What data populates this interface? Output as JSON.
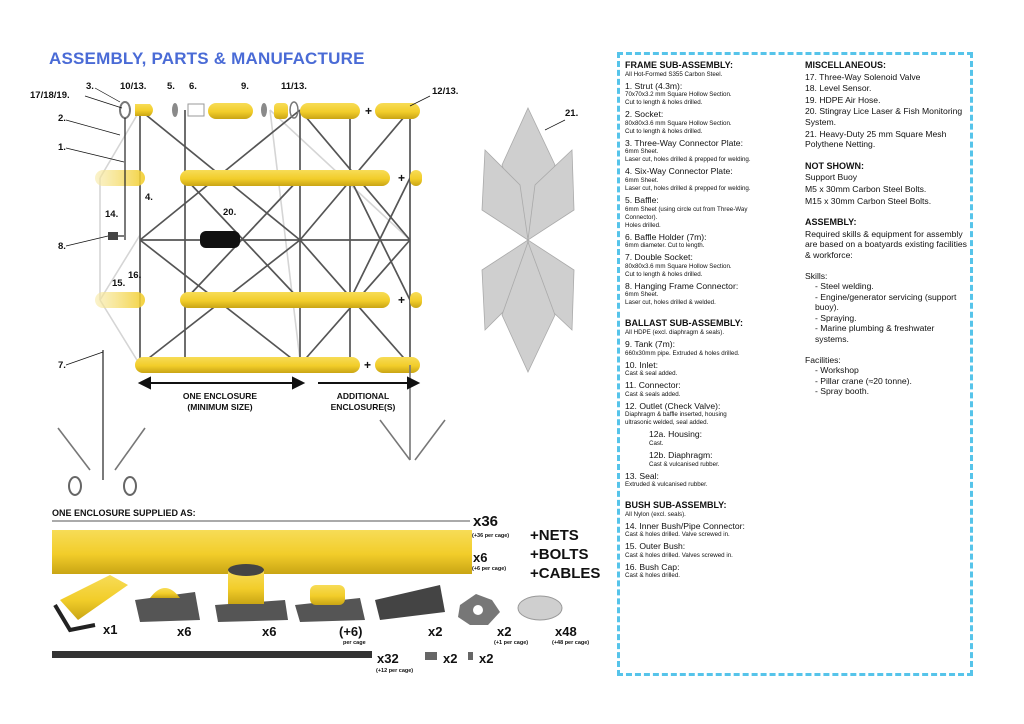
{
  "title": "ASSEMBLY, PARTS & MANUFACTURE",
  "callouts": {
    "c17": "17/18/19.",
    "c3": "3.",
    "c10": "10/13.",
    "c5": "5.",
    "c6": "6.",
    "c9": "9.",
    "c11": "11/13.",
    "c12": "12/13.",
    "c21": "21.",
    "c2": "2.",
    "c1": "1.",
    "c4": "4.",
    "c14": "14.",
    "c20": "20.",
    "c8": "8.",
    "c15": "15.",
    "c16": "16.",
    "c7": "7."
  },
  "captions": {
    "one_enclosure": "ONE ENCLOSURE\n(MINIMUM SIZE)",
    "additional": "ADDITIONAL\nENCLOSURE(S)",
    "plus": "+"
  },
  "supplied": {
    "title": "ONE ENCLOSURE SUPPLIED AS:",
    "x36": "x36",
    "x36_sub": "(+36 per cage)",
    "x6_top": "x6",
    "x6_top_sub": "(+6 per cage)",
    "x1": "x1",
    "x6a": "x6",
    "x6b": "x6",
    "x6c": "(+6)",
    "x6c_sub": "per cage",
    "x2a": "x2",
    "x2b": "x2",
    "x2b_sub": "(+1 per cage)",
    "x48": "x48",
    "x48_sub": "(+48 per cage)",
    "x32": "x32",
    "x32_sub": "(+12 per cage)",
    "x2c": "x2",
    "x2d": "x2",
    "nets": "+NETS",
    "bolts": "+BOLTS",
    "cables": "+CABLES"
  },
  "colors": {
    "yellow": "#f2cd2a",
    "accent_title": "#4a6bd6",
    "panel_border": "#56c4ea",
    "net": "#cfcfcf"
  },
  "panel": {
    "frame": {
      "heading": "FRAME SUB-ASSEMBLY:",
      "note": "All Hot-Formed S355 Carbon Steel.",
      "items": [
        {
          "t": "1. Strut (4.3m):",
          "d": "70x70x3.2 mm Square Hollow Section.\nCut to length & holes drilled."
        },
        {
          "t": "2. Socket:",
          "d": "80x80x3.6 mm Square Hollow Section.\nCut to length & holes drilled."
        },
        {
          "t": "3. Three-Way Connector Plate:",
          "d": "6mm Sheet.\nLaser cut, holes drilled & prepped for welding."
        },
        {
          "t": "4. Six-Way Connector Plate:",
          "d": "6mm Sheet.\nLaser cut, holes drilled & prepped for welding."
        },
        {
          "t": "5. Baffle:",
          "d": "6mm Sheet (using circle cut from Three-Way\nConnector).\nHoles drilled."
        },
        {
          "t": "6. Baffle Holder (7m):",
          "d": "6mm diameter. Cut to length."
        },
        {
          "t": "7. Double Socket:",
          "d": "80x80x3.6 mm Square Hollow Section.\nCut to length & holes drilled."
        },
        {
          "t": "8. Hanging Frame Connector:",
          "d": "6mm Sheet.\nLaser cut, holes drilled & welded."
        }
      ]
    },
    "ballast": {
      "heading": "BALLAST SUB-ASSEMBLY:",
      "note": "All HDPE (excl. diaphragm & seals).",
      "items": [
        {
          "t": "9. Tank (7m):",
          "d": "660x30mm pipe. Extruded & holes drilled."
        },
        {
          "t": "10. Inlet:",
          "d": "Cast & seal added."
        },
        {
          "t": "11. Connector:",
          "d": "Cast & seals added."
        },
        {
          "t": "12. Outlet (Check Valve):",
          "d": "Diaphragm & baffle inserted, housing\nultrasonic welded, seal added."
        },
        {
          "t": "12a. Housing:",
          "d": "Cast.",
          "indent": true
        },
        {
          "t": "12b. Diaphragm:",
          "d": "Cast & vulcanised rubber.",
          "indent": true
        },
        {
          "t": "13. Seal:",
          "d": "Extruded & vulcanised rubber."
        }
      ]
    },
    "bush": {
      "heading": "BUSH SUB-ASSEMBLY:",
      "note": "All Nylon (excl. seals).",
      "items": [
        {
          "t": "14. Inner Bush/Pipe Connector:",
          "d": "Cast & holes drilled. Valve screwed in."
        },
        {
          "t": "15. Outer Bush:",
          "d": "Cast & holes drilled. Valves screwed in."
        },
        {
          "t": "16. Bush Cap:",
          "d": "Cast & holes drilled."
        }
      ]
    },
    "misc": {
      "heading": "MISCELLANEOUS:",
      "lines": [
        "17. Three-Way Solenoid Valve",
        "18. Level Sensor.",
        "19. HDPE Air Hose.",
        "20. Stingray Lice Laser & Fish Monitoring System.",
        "21. Heavy-Duty 25 mm Square Mesh Polythene Netting."
      ]
    },
    "not_shown": {
      "heading": "NOT SHOWN:",
      "lines": [
        "Support Buoy",
        "M5 x 30mm Carbon Steel Bolts.",
        "M15 x 30mm Carbon Steel Bolts."
      ]
    },
    "assembly": {
      "heading": "ASSEMBLY:",
      "intro": "Required skills & equipment for assembly are based on a boatyards existing facilities & workforce:",
      "skills_label": "Skills:",
      "skills": [
        "Steel welding.",
        "Engine/generator servicing (support buoy).",
        "Spraying.",
        "Marine plumbing & freshwater systems."
      ],
      "facilities_label": "Facilities:",
      "facilities": [
        "Workshop",
        "Pillar crane (≈20 tonne).",
        "Spray booth."
      ]
    }
  }
}
